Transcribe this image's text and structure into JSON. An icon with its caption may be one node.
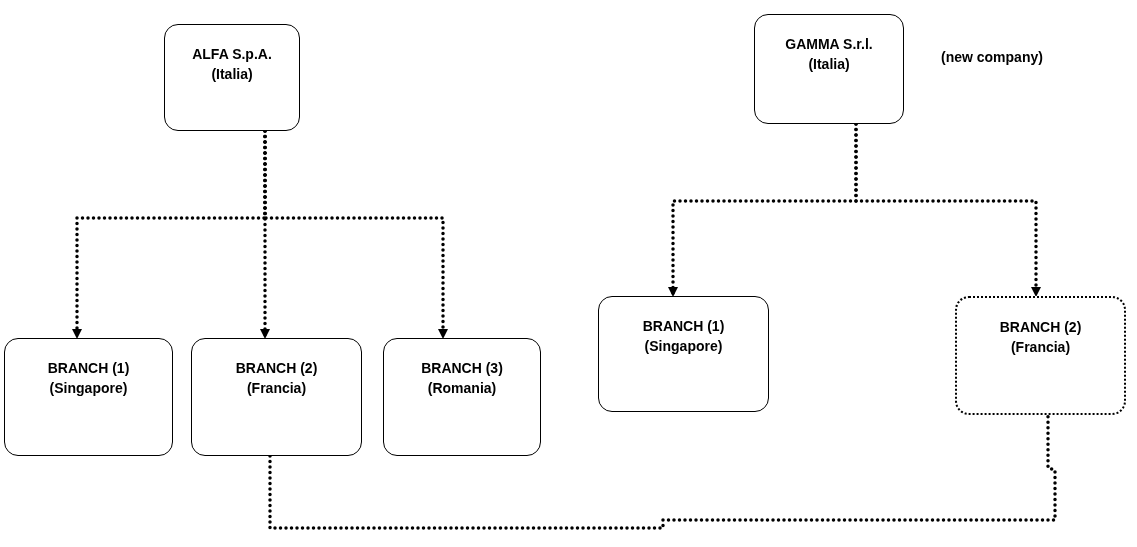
{
  "diagram": {
    "nodes": [
      {
        "text": [
          "ALFA S.p.A.",
          "(Italia)"
        ]
      },
      {
        "text": [
          "BRANCH (1)",
          "(Singapore)"
        ]
      },
      {
        "text": [
          "BRANCH (2)",
          "(Francia)"
        ]
      },
      {
        "text": [
          "BRANCH (3)",
          "(Romania)"
        ]
      },
      {
        "text": [
          "GAMMA S.r.l.",
          "(Italia)"
        ],
        "beside": [
          "(new company)"
        ]
      },
      {
        "text": [
          "BRANCH (1)",
          "(Singapore)"
        ]
      },
      {
        "text": [
          "BRANCH (2)",
          "(Francia)"
        ]
      }
    ],
    "edges": [
      {
        "from": 0,
        "to": 1,
        "arrow": "to",
        "style": "dashed"
      },
      {
        "from": 0,
        "to": 2,
        "arrow": "to",
        "style": "dashed"
      },
      {
        "from": 0,
        "to": 3,
        "arrow": "to",
        "style": "dashed"
      },
      {
        "from": 4,
        "to": 5,
        "arrow": "to",
        "style": "dashed"
      },
      {
        "from": 4,
        "to": 6,
        "arrow": "to",
        "style": "dashed"
      },
      {
        "from": 2,
        "to": 6,
        "arrow": "none",
        "style": "dashed"
      }
    ]
  }
}
